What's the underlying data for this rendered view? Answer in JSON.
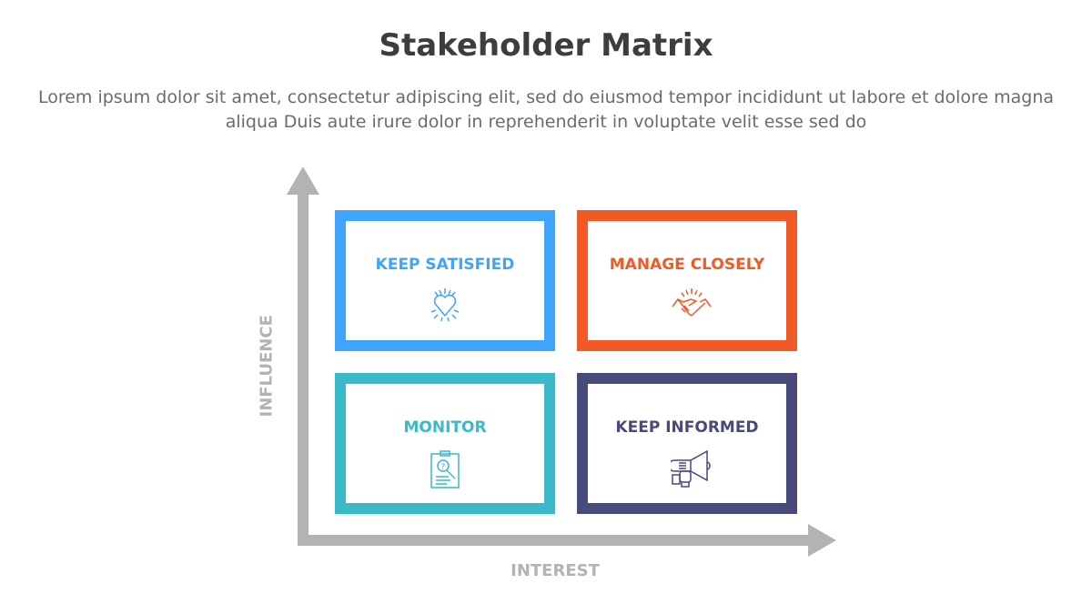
{
  "title": "Stakeholder Matrix",
  "subtitle": "Lorem ipsum dolor sit amet, consectetur adipiscing elit, sed do eiusmod tempor incididunt ut labore et dolore magna aliqua Duis aute irure dolor in reprehenderit in voluptate velit esse sed do",
  "axes": {
    "y_label": "INFLUENCE",
    "x_label": "INTEREST",
    "color": "#b3b3b3"
  },
  "quadrants": [
    {
      "label": "KEEP SATISFIED",
      "icon": "heart-icon",
      "color": "#3fa4fb"
    },
    {
      "label": "MANAGE CLOSELY",
      "icon": "handshake-icon",
      "color": "#f15a24"
    },
    {
      "label": "MONITOR",
      "icon": "clipboard-search-icon",
      "color": "#3ab9c8"
    },
    {
      "label": "KEEP INFORMED",
      "icon": "megaphone-icon",
      "color": "#474a7b"
    }
  ]
}
